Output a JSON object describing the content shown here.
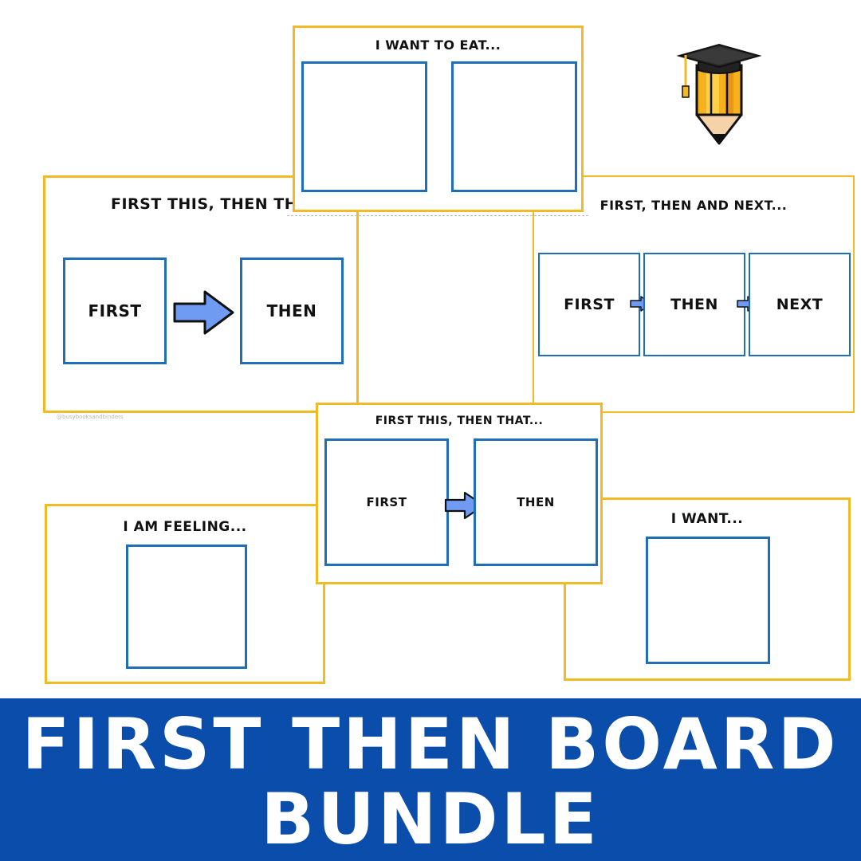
{
  "cards": {
    "first_this_then_that_large": {
      "title": "FIRST THIS, THEN THAT",
      "first_label": "FIRST",
      "then_label": "THEN",
      "watermark": "@busybooksandbinders"
    },
    "i_want_to_eat": {
      "title": "I WANT TO EAT..."
    },
    "first_then_next": {
      "title": "FIRST, THEN AND NEXT...",
      "first_label": "FIRST",
      "then_label": "THEN",
      "next_label": "NEXT"
    },
    "first_this_then_that_small": {
      "title": "FIRST THIS, THEN THAT...",
      "first_label": "FIRST",
      "then_label": "THEN"
    },
    "i_am_feeling": {
      "title": "I AM FEELING..."
    },
    "i_want": {
      "title": "I WANT..."
    }
  },
  "banner": {
    "line1": "FIRST THEN BOARD",
    "line2": "BUNDLE"
  },
  "colors": {
    "card_border": "#f2bb26",
    "box_border": "#1e6fb8",
    "arrow_fill": "#6f9bf2",
    "banner_bg": "#0b4daa"
  },
  "icons": {
    "logo": "pencil-with-graduation-cap-icon",
    "arrow": "right-arrow-icon"
  }
}
